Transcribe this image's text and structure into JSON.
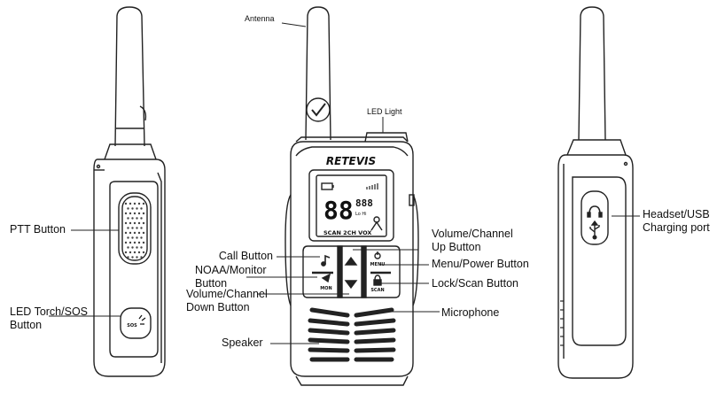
{
  "brand": "RETEVIS",
  "screen": {
    "digits": "88",
    "small_digits": "888",
    "lo_hi": "Lo Hi",
    "bottom_text": "SCAN 2CH VOX"
  },
  "buttons": {
    "menu": "MENU",
    "mon": "MON",
    "scan": "SCAN",
    "sos": "SOS"
  },
  "labels": {
    "antenna": "Antenna",
    "led_light": "LED Light",
    "ptt": "PTT Button",
    "led_torch_1": "LED Torch/SOS",
    "led_torch_2": "Button",
    "call": "Call Button",
    "noaa_1": "NOAA/Monitor",
    "noaa_2": "Button",
    "voldown_1": "Volume/Channel",
    "voldown_2": "Down Button",
    "volup_1": "Volume/Channel",
    "volup_2": "Up Button",
    "menu_power": "Menu/Power Button",
    "lock_scan": "Lock/Scan Button",
    "microphone": "Microphone",
    "speaker": "Speaker",
    "headset_1": "Headset/USB",
    "headset_2": "Charging port"
  }
}
